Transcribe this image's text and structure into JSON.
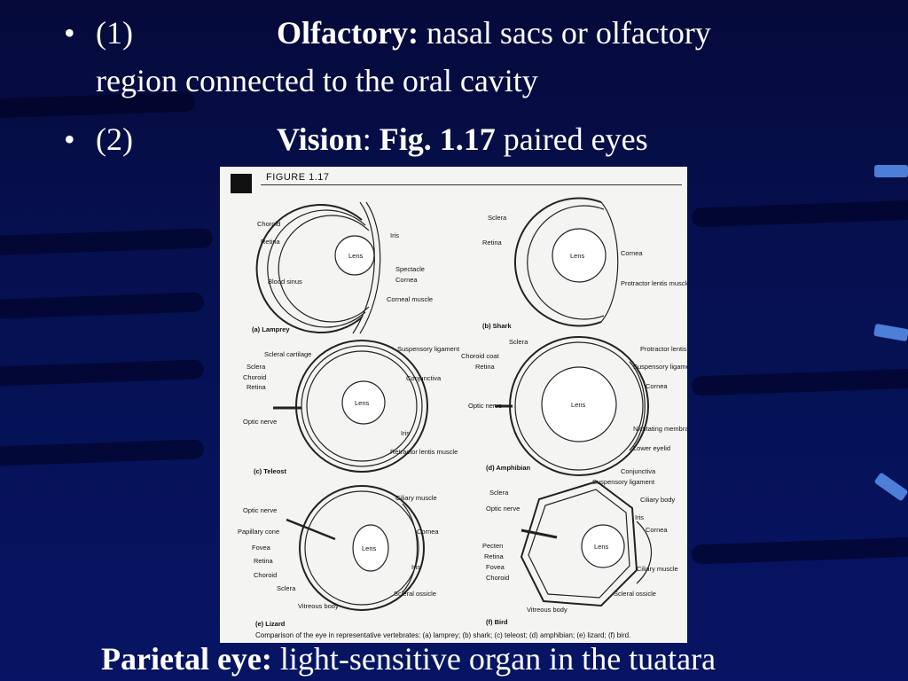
{
  "slide": {
    "bullets": [
      {
        "symbol": "•",
        "num": "(1)",
        "term": "Olfactory:",
        "text": " nasal sacs or olfactory",
        "continuation": "region connected to the oral cavity"
      },
      {
        "symbol": "•",
        "num": "(2)",
        "term": "Vision",
        "colon": ":",
        "figref": "Fig. 1.17",
        "text": " paired eyes"
      }
    ],
    "footer": {
      "term": "Parietal eye:",
      "text": " light-sensitive organ in the tuatara"
    }
  },
  "figure": {
    "title": "FIGURE 1.17",
    "caption": "Comparison of the eye in representative vertebrates: (a) lamprey; (b) shark; (c) teleost; (d) amphibian; (e) lizard; (f) bird.",
    "panels": [
      {
        "id": "a",
        "label": "(a) Lamprey",
        "lens": "Lens",
        "parts": [
          "Choroid",
          "Retina",
          "Blood sinus",
          "Iris",
          "Spectacle",
          "Cornea",
          "Corneal muscle"
        ]
      },
      {
        "id": "b",
        "label": "(b) Shark",
        "lens": "Lens",
        "parts": [
          "Sclera",
          "Retina",
          "Cornea",
          "Protractor lentis muscle"
        ]
      },
      {
        "id": "c",
        "label": "(c) Teleost",
        "lens": "Lens",
        "parts": [
          "Scleral cartilage",
          "Sclera",
          "Choroid",
          "Retina",
          "Optic nerve",
          "Suspensory ligament",
          "Conjunctiva",
          "Iris",
          "Retractor lentis muscle"
        ]
      },
      {
        "id": "d",
        "label": "(d) Amphibian",
        "lens": "Lens",
        "parts": [
          "Sclera",
          "Choroid coat",
          "Retina",
          "Optic nerve",
          "Protractor lentis",
          "Suspensory ligament",
          "Cornea",
          "Nictitating membrane",
          "Lower eyelid",
          "Conjunctiva"
        ]
      },
      {
        "id": "e",
        "label": "(e) Lizard",
        "lens": "Lens",
        "parts": [
          "Optic nerve",
          "Papillary cone",
          "Fovea",
          "Retina",
          "Choroid",
          "Sclera",
          "Vitreous body",
          "Ciliary muscle",
          "Cornea",
          "Iris",
          "Scleral ossicle"
        ]
      },
      {
        "id": "f",
        "label": "(f) Bird",
        "lens": "Lens",
        "parts": [
          "Sclera",
          "Optic nerve",
          "Pecten",
          "Retina",
          "Fovea",
          "Choroid",
          "Vitreous body",
          "Suspensory ligament",
          "Ciliary body",
          "Iris",
          "Cornea",
          "Ciliary muscle",
          "Scleral ossicle"
        ]
      }
    ]
  },
  "colors": {
    "background": "#06104f",
    "text": "#ffffff",
    "accent": "#4d7fd8"
  }
}
